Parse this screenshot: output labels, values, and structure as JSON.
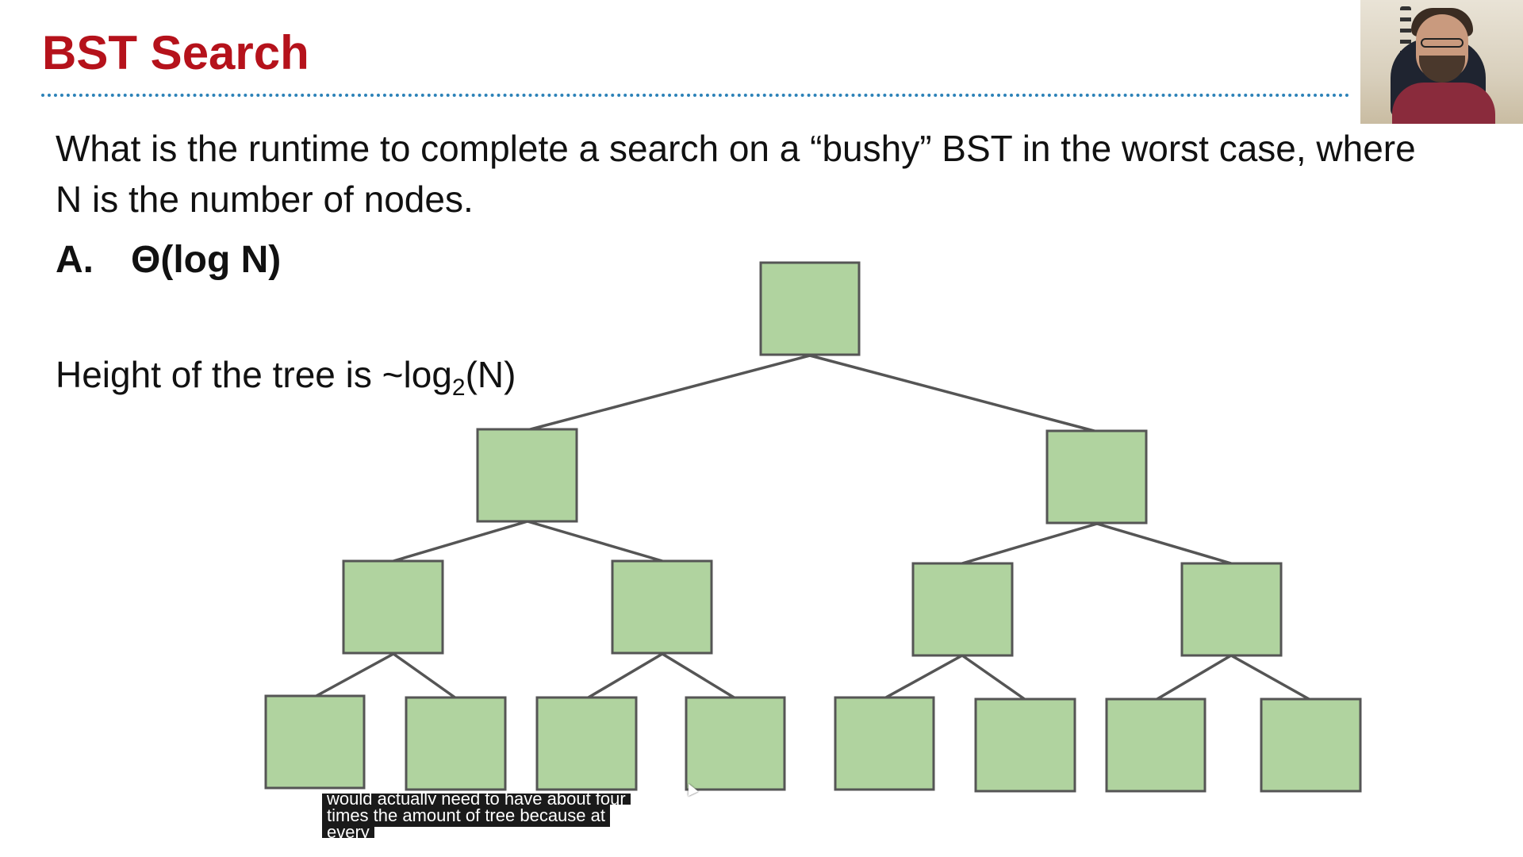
{
  "slide": {
    "title": "BST Search",
    "question": "What is the runtime to complete a search on a “bushy” BST in the worst case, where N is the number of nodes.",
    "answer": {
      "letter": "A.",
      "text": "Θ(log N)"
    },
    "height_note": {
      "prefix": "Height of the tree is ~log",
      "subscript": "2",
      "suffix": "(N)"
    },
    "colors": {
      "title": "#b5121b",
      "rule": "#2c82b8",
      "node_fill": "#b0d39f",
      "node_stroke": "#555555"
    }
  },
  "diagram": {
    "type": "binary-tree",
    "levels": 4,
    "node_count": 15
  },
  "captions": {
    "line1": "would actually need to have about four",
    "line2": "times the amount of tree because at",
    "line3": "every"
  }
}
